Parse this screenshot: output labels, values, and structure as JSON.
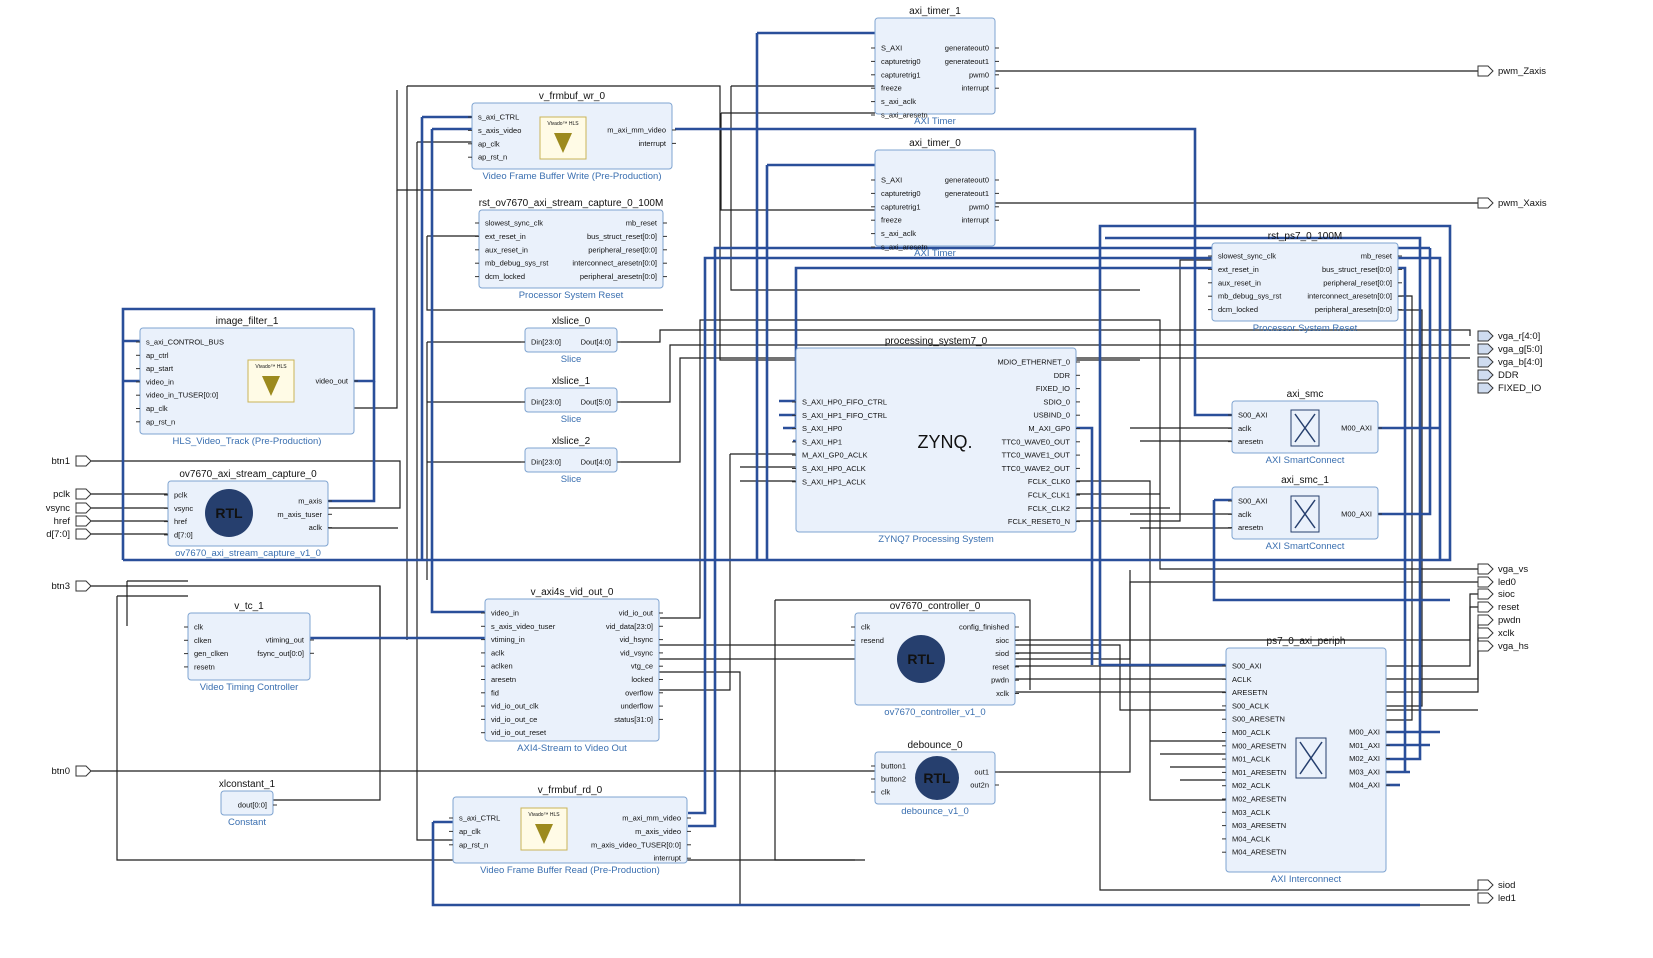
{
  "blocks": [
    {
      "id": "axi_timer_1",
      "title": "axi_timer_1",
      "subtitle": "AXI Timer",
      "left": [
        "S_AXI",
        "capturetrig0",
        "capturetrig1",
        "freeze",
        "s_axi_aclk",
        "s_axi_aresetn"
      ],
      "right": [
        "generateout0",
        "generateout1",
        "pwm0",
        "interrupt"
      ]
    },
    {
      "id": "axi_timer_0",
      "title": "axi_timer_0",
      "subtitle": "AXI Timer",
      "left": [
        "S_AXI",
        "capturetrig0",
        "capturetrig1",
        "freeze",
        "s_axi_aclk",
        "s_axi_aresetn"
      ],
      "right": [
        "generateout0",
        "generateout1",
        "pwm0",
        "interrupt"
      ]
    },
    {
      "id": "v_frmbuf_wr_0",
      "title": "v_frmbuf_wr_0",
      "subtitle": "Video Frame Buffer Write (Pre-Production)",
      "left": [
        "s_axi_CTRL",
        "s_axis_video",
        "ap_clk",
        "ap_rst_n"
      ],
      "right": [
        "m_axi_mm_video",
        "interrupt"
      ],
      "logo": "Vivado™ HLS"
    },
    {
      "id": "rst_ov7670",
      "title": "rst_ov7670_axi_stream_capture_0_100M",
      "subtitle": "Processor System Reset",
      "left": [
        "slowest_sync_clk",
        "ext_reset_in",
        "aux_reset_in",
        "mb_debug_sys_rst",
        "dcm_locked"
      ],
      "right": [
        "mb_reset",
        "bus_struct_reset[0:0]",
        "peripheral_reset[0:0]",
        "interconnect_aresetn[0:0]",
        "peripheral_aresetn[0:0]"
      ]
    },
    {
      "id": "xlslice_0",
      "title": "xlslice_0",
      "subtitle": "Slice",
      "left": [
        "Din[23:0]"
      ],
      "right": [
        "Dout[4:0]"
      ]
    },
    {
      "id": "xlslice_1",
      "title": "xlslice_1",
      "subtitle": "Slice",
      "left": [
        "Din[23:0]"
      ],
      "right": [
        "Dout[5:0]"
      ]
    },
    {
      "id": "xlslice_2",
      "title": "xlslice_2",
      "subtitle": "Slice",
      "left": [
        "Din[23:0]"
      ],
      "right": [
        "Dout[4:0]"
      ]
    },
    {
      "id": "image_filter_1",
      "title": "image_filter_1",
      "subtitle": "HLS_Video_Track (Pre-Production)",
      "left": [
        "s_axi_CONTROL_BUS",
        "ap_ctrl",
        "ap_start",
        "video_in",
        "video_in_TUSER[0:0]",
        "ap_clk",
        "ap_rst_n"
      ],
      "right": [
        "video_out"
      ],
      "logo": "Vivado™ HLS"
    },
    {
      "id": "processing_system7_0",
      "title": "processing_system7_0",
      "subtitle": "ZYNQ7 Processing System",
      "left": [
        "S_AXI_HP0_FIFO_CTRL",
        "S_AXI_HP1_FIFO_CTRL",
        "S_AXI_HP0",
        "S_AXI_HP1",
        "M_AXI_GP0_ACLK",
        "S_AXI_HP0_ACLK",
        "S_AXI_HP1_ACLK"
      ],
      "right": [
        "MDIO_ETHERNET_0",
        "DDR",
        "FIXED_IO",
        "SDIO_0",
        "USBIND_0",
        "M_AXI_GP0",
        "TTC0_WAVE0_OUT",
        "TTC0_WAVE1_OUT",
        "TTC0_WAVE2_OUT",
        "FCLK_CLK0",
        "FCLK_CLK1",
        "FCLK_CLK2",
        "FCLK_RESET0_N"
      ],
      "logo": "ZYNQ."
    },
    {
      "id": "rst_ps7_0_100M",
      "title": "rst_ps7_0_100M",
      "subtitle": "Processor System Reset",
      "left": [
        "slowest_sync_clk",
        "ext_reset_in",
        "aux_reset_in",
        "mb_debug_sys_rst",
        "dcm_locked"
      ],
      "right": [
        "mb_reset",
        "bus_struct_reset[0:0]",
        "peripheral_reset[0:0]",
        "interconnect_aresetn[0:0]",
        "peripheral_aresetn[0:0]"
      ]
    },
    {
      "id": "axi_smc",
      "title": "axi_smc",
      "subtitle": "AXI SmartConnect",
      "left": [
        "S00_AXI",
        "aclk",
        "aresetn"
      ],
      "right": [
        "M00_AXI"
      ]
    },
    {
      "id": "axi_smc_1",
      "title": "axi_smc_1",
      "subtitle": "AXI SmartConnect",
      "left": [
        "S00_AXI",
        "aclk",
        "aresetn"
      ],
      "right": [
        "M00_AXI"
      ]
    },
    {
      "id": "ov7670_axi_stream_capture_0",
      "title": "ov7670_axi_stream_capture_0",
      "subtitle": "ov7670_axi_stream_capture_v1_0",
      "left": [
        "pclk",
        "vsync",
        "href",
        "d[7:0]"
      ],
      "right": [
        "m_axis",
        "m_axis_tuser",
        "aclk"
      ],
      "logo": "RTL"
    },
    {
      "id": "v_tc_1",
      "title": "v_tc_1",
      "subtitle": "Video Timing Controller",
      "left": [
        "clk",
        "clken",
        "gen_clken",
        "resetn"
      ],
      "right": [
        "vtiming_out",
        "fsync_out[0:0]"
      ]
    },
    {
      "id": "v_axi4s_vid_out_0",
      "title": "v_axi4s_vid_out_0",
      "subtitle": "AXI4-Stream to Video Out",
      "left": [
        "video_in",
        "s_axis_video_tuser",
        "vtiming_in",
        "aclk",
        "aclken",
        "aresetn",
        "fid",
        "vid_io_out_clk",
        "vid_io_out_ce",
        "vid_io_out_reset"
      ],
      "right": [
        "vid_io_out",
        "vid_data[23:0]",
        "vid_hsync",
        "vid_vsync",
        "vtg_ce",
        "locked",
        "overflow",
        "underflow",
        "status[31:0]"
      ]
    },
    {
      "id": "ov7670_controller_0",
      "title": "ov7670_controller_0",
      "subtitle": "ov7670_controller_v1_0",
      "left": [
        "clk",
        "resend"
      ],
      "right": [
        "config_finished",
        "sioc",
        "siod",
        "reset",
        "pwdn",
        "xclk"
      ],
      "logo": "RTL"
    },
    {
      "id": "debounce_0",
      "title": "debounce_0",
      "subtitle": "debounce_v1_0",
      "left": [
        "button1",
        "button2",
        "clk"
      ],
      "right": [
        "out1",
        "out2n"
      ],
      "logo": "RTL"
    },
    {
      "id": "xlconstant_1",
      "title": "xlconstant_1",
      "subtitle": "Constant",
      "left": [],
      "right": [
        "dout[0:0]"
      ]
    },
    {
      "id": "v_frmbuf_rd_0",
      "title": "v_frmbuf_rd_0",
      "subtitle": "Video Frame Buffer Read (Pre-Production)",
      "left": [
        "s_axi_CTRL",
        "ap_clk",
        "ap_rst_n"
      ],
      "right": [
        "m_axi_mm_video",
        "m_axis_video",
        "m_axis_video_TUSER[0:0]",
        "interrupt"
      ],
      "logo": "Vivado™ HLS"
    },
    {
      "id": "ps7_0_axi_periph",
      "title": "ps7_0_axi_periph",
      "subtitle": "AXI Interconnect",
      "left": [
        "S00_AXI",
        "ACLK",
        "ARESETN",
        "S00_ACLK",
        "S00_ARESETN",
        "M00_ACLK",
        "M00_ARESETN",
        "M01_ACLK",
        "M01_ARESETN",
        "M02_ACLK",
        "M02_ARESETN",
        "M03_ACLK",
        "M03_ARESETN",
        "M04_ACLK",
        "M04_ARESETN"
      ],
      "right": [
        "M00_AXI",
        "M01_AXI",
        "M02_AXI",
        "M03_AXI",
        "M04_AXI"
      ]
    }
  ],
  "external_ports": {
    "inputs": [
      "btn1",
      "pclk",
      "vsync",
      "href",
      "d[7:0]",
      "btn3",
      "btn0"
    ],
    "outputs": [
      "pwm_Zaxis",
      "pwm_Xaxis",
      "vga_r[4:0]",
      "vga_g[5:0]",
      "vga_b[4:0]",
      "DDR",
      "FIXED_IO",
      "vga_vs",
      "led0",
      "sioc",
      "reset",
      "pwdn",
      "xclk",
      "vga_hs",
      "siod",
      "led1"
    ]
  },
  "colors": {
    "block_fill": "#eaf1fb",
    "block_border": "#7fa4d1",
    "subtitle": "#3a6fb0",
    "bus_wire": "#2a4f9a",
    "net_wire": "#1f1f1f"
  }
}
